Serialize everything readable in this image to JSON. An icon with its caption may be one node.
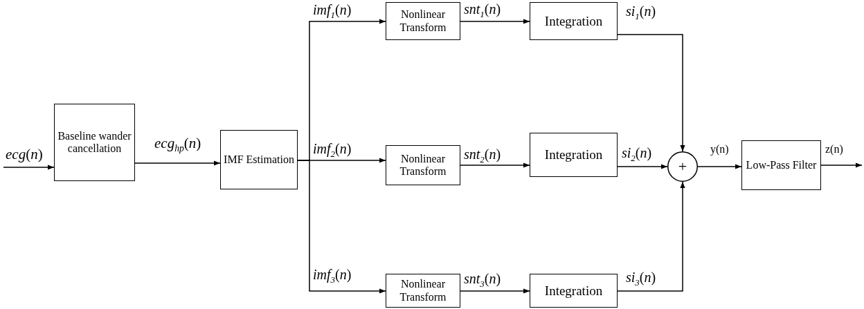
{
  "diagram": {
    "nodes": [
      {
        "text": [
          "Baseline wander cancellation"
        ]
      },
      {
        "text": [
          "IMF Estimation"
        ]
      },
      {
        "text": [
          "Nonlinear Transform"
        ]
      },
      {
        "text": [
          "Integration"
        ]
      },
      {
        "text": [
          "Nonlinear Transform"
        ]
      },
      {
        "text": [
          "Integration"
        ]
      },
      {
        "text": [
          "Nonlinear Transform"
        ]
      },
      {
        "text": [
          "Integration"
        ]
      },
      {
        "text": [
          "+"
        ]
      },
      {
        "text": [
          "Low-Pass Filter"
        ]
      }
    ],
    "edges": [
      {
        "from": null,
        "to": 0,
        "arrow": "to",
        "label": "*ecg*(*n*)"
      },
      {
        "from": 0,
        "to": 1,
        "arrow": "to",
        "label": "*ecg*$_{hp}$(*n*)"
      },
      {
        "from": 1,
        "to": 2,
        "arrow": "to",
        "label": "*imf*$_{1}$(*n*)"
      },
      {
        "from": 1,
        "to": 4,
        "arrow": "to",
        "label": "*imf*$_{2}$(*n*)"
      },
      {
        "from": 1,
        "to": 6,
        "arrow": "to",
        "label": "*imf*$_{3}$(*n*)"
      },
      {
        "from": 2,
        "to": 3,
        "arrow": "to",
        "label": "*snt*$_{1}$(*n*)"
      },
      {
        "from": 4,
        "to": 5,
        "arrow": "to",
        "label": "*snt*$_{2}$(*n*)"
      },
      {
        "from": 6,
        "to": 7,
        "arrow": "to",
        "label": "*snt*$_{3}$(*n*)"
      },
      {
        "from": 3,
        "to": 8,
        "arrow": "to",
        "label": "*si*$_{1}$(*n*)"
      },
      {
        "from": 5,
        "to": 8,
        "arrow": "to",
        "label": "*si*$_{2}$(*n*)"
      },
      {
        "from": 7,
        "to": 8,
        "arrow": "to",
        "label": "*si*$_{3}$(*n*)"
      },
      {
        "from": 8,
        "to": 9,
        "arrow": "to",
        "label": "y(n)"
      },
      {
        "from": 9,
        "to": null,
        "arrow": "to",
        "label": "z(n)"
      }
    ]
  }
}
